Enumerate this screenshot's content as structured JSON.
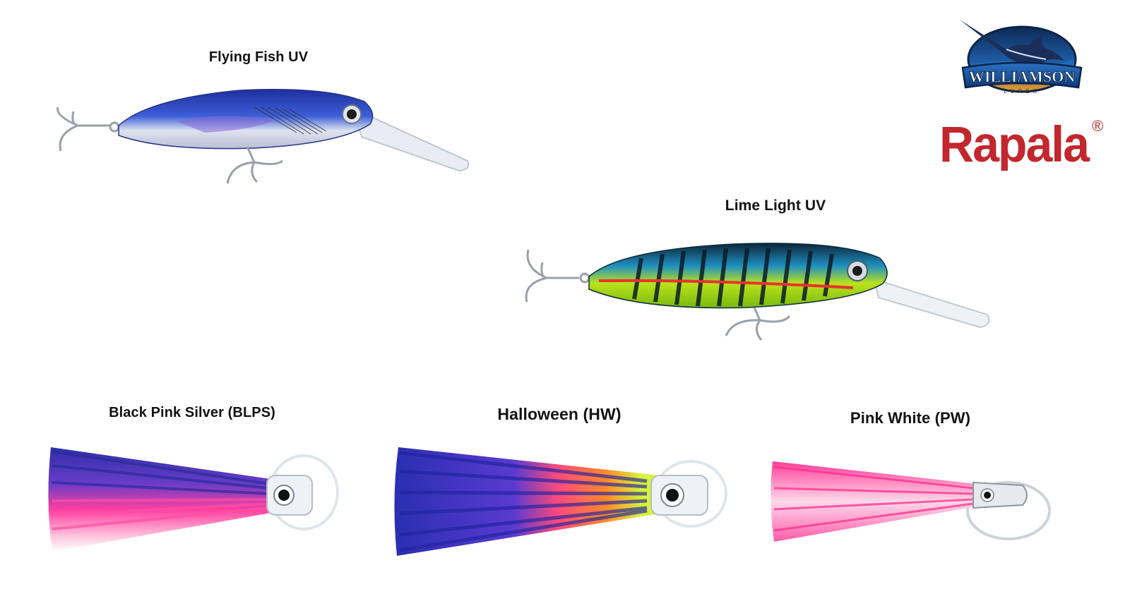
{
  "brands": {
    "williamson": {
      "name": "WILLIAMSON",
      "sub": "LURES"
    },
    "rapala": {
      "name": "Rapala",
      "mark": "®"
    }
  },
  "lures": [
    {
      "label": "Flying Fish UV",
      "icon": "diving-minnow-lure-icon"
    },
    {
      "label": "Lime Light UV",
      "icon": "diving-minnow-lure-icon"
    },
    {
      "label": "Black Pink Silver (BLPS)",
      "icon": "skirted-trolling-lure-icon"
    },
    {
      "label": "Halloween (HW)",
      "icon": "skirted-trolling-lure-icon"
    },
    {
      "label": "Pink White (PW)",
      "icon": "skirted-trolling-lure-icon"
    }
  ],
  "colors": {
    "rapala_red": "#c1272d",
    "williamson_navy": "#17396b",
    "label_text": "#121212"
  }
}
